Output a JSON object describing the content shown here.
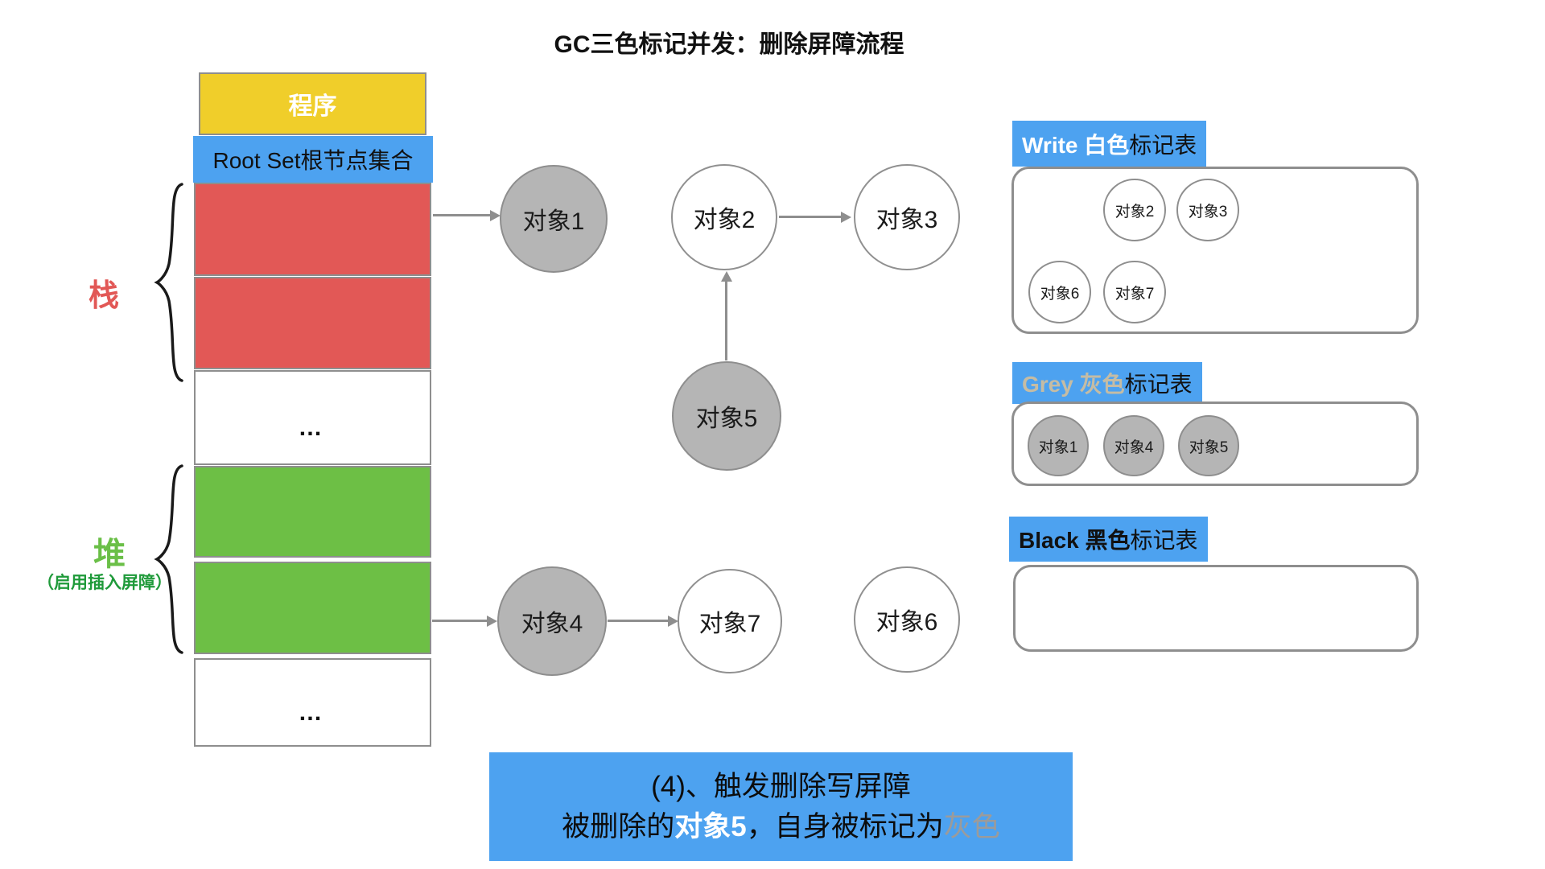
{
  "title": "GC三色标记并发：删除屏障流程",
  "memory": {
    "program": "程序",
    "root_set": "Root Set根节点集合",
    "stack_label": "栈",
    "heap_label": "堆",
    "heap_sublabel": "（启用插入屏障）",
    "ellipsis_top": "…",
    "ellipsis_bottom": "…",
    "rows": [
      "stack-red",
      "stack-red",
      "ellipsis",
      "heap-green",
      "heap-green",
      "ellipsis"
    ]
  },
  "graph": {
    "nodes": [
      {
        "id": "obj1",
        "label": "对象1",
        "fill": "grey"
      },
      {
        "id": "obj2",
        "label": "对象2",
        "fill": "white"
      },
      {
        "id": "obj3",
        "label": "对象3",
        "fill": "white"
      },
      {
        "id": "obj5",
        "label": "对象5",
        "fill": "grey"
      },
      {
        "id": "obj4",
        "label": "对象4",
        "fill": "grey"
      },
      {
        "id": "obj7",
        "label": "对象7",
        "fill": "white"
      },
      {
        "id": "obj6",
        "label": "对象6",
        "fill": "white"
      }
    ],
    "edges": [
      "root-set-stack → 对象1",
      "对象2 → 对象3",
      "对象5 → 对象2",
      "heap → 对象4",
      "对象4 → 对象7"
    ]
  },
  "tables": {
    "white": {
      "title_en": "Write 白色",
      "title_cn": "标记表",
      "items": [
        "对象2",
        "对象3",
        "对象6",
        "对象7"
      ]
    },
    "grey": {
      "title_en": "Grey 灰色",
      "title_cn": "标记表",
      "items": [
        "对象1",
        "对象4",
        "对象5"
      ]
    },
    "black": {
      "title_en": "Black 黑色",
      "title_cn": "标记表",
      "items": []
    }
  },
  "caption": {
    "line1": "(4)、触发删除写屏障",
    "line2": [
      {
        "text": "被删除的"
      },
      {
        "text": "对象5"
      },
      {
        "text": "，自身被标记为"
      },
      {
        "text": "灰色"
      }
    ]
  },
  "colors": {
    "blue": "#4da2f0",
    "yellow": "#f0ce2a",
    "red": "#e25856",
    "green": "#6dbf45",
    "grey_node": "#b5b5b5",
    "border_grey": "#8e8e8e",
    "tan_label": "#c5bca4",
    "caption_grey_text": "#9b9b9b"
  }
}
